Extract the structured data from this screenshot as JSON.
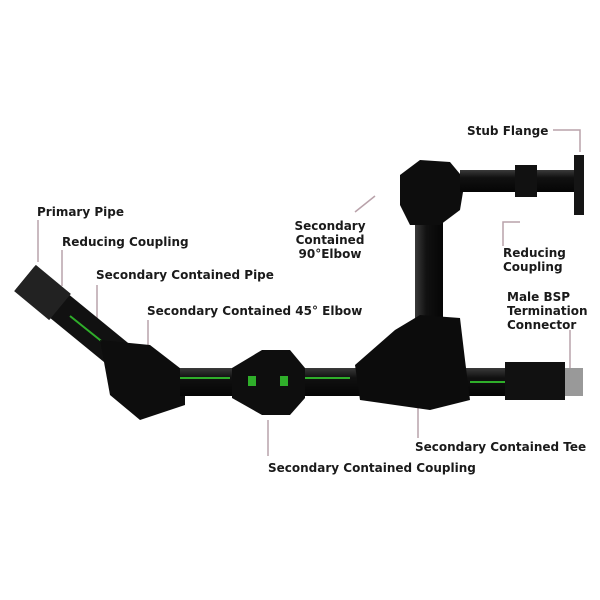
{
  "labels": {
    "stub_flange": "Stub Flange",
    "primary_pipe": "Primary Pipe",
    "reducing_coupling_left": "Reducing Coupling",
    "secondary_contained_pipe": "Secondary Contained Pipe",
    "secondary_contained_45_elbow": "Secondary Contained 45° Elbow",
    "secondary_contained_90_elbow": [
      "Secondary",
      "Contained",
      "90°Elbow"
    ],
    "reducing_coupling_right": [
      "Reducing",
      "Coupling"
    ],
    "male_bsp_termination_connector": [
      "Male BSP",
      "Termination",
      "Connector"
    ],
    "secondary_contained_tee": "Secondary Contained Tee",
    "secondary_contained_coupling": "Secondary Contained Coupling"
  },
  "colors": {
    "pipe": "#141414",
    "stripe": "#2fae2a",
    "leader": "#b9a2aa",
    "text": "#1a1a1a"
  }
}
